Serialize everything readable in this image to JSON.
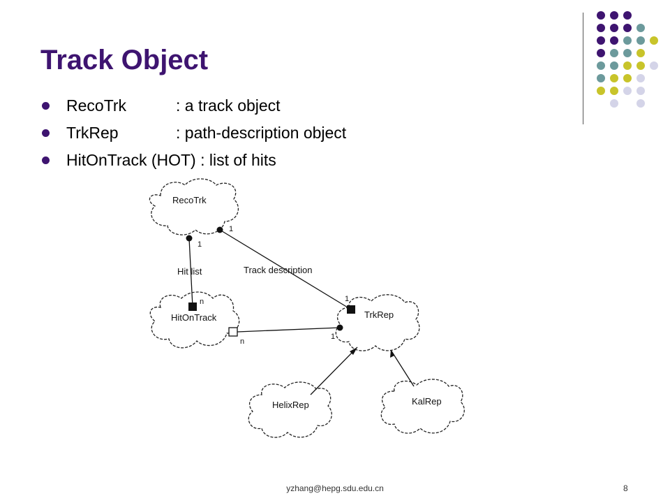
{
  "slide": {
    "title": "Track Object",
    "bullets": [
      {
        "name": "RecoTrk",
        "desc": ":  a track object"
      },
      {
        "name": "TrkRep",
        "desc": ":  path-description object"
      },
      {
        "name": "HitOnTrack (HOT)",
        "desc": " :  list of hits"
      }
    ],
    "footer": "yzhang@hepg.sdu.edu.cn",
    "page_number": "8"
  },
  "colors": {
    "title": "#3e1470",
    "bullet": "#3e1470",
    "dot_palette": [
      "#3e1470",
      "#6c9a9c",
      "#c8c42a",
      "#d4d4e8"
    ]
  },
  "diagram": {
    "nodes": {
      "recotrk": "RecoTrk",
      "hitontrack": "HitOnTrack",
      "trkrep": "TrkRep",
      "helixrep": "HelixRep",
      "kalrep": "KalRep"
    },
    "edges": {
      "hitlist": {
        "label": "Hit list",
        "mult_top": "1",
        "mult_bottom": "n"
      },
      "track_description": {
        "label": "Track description",
        "mult_top": "1",
        "mult_bottom": "1"
      },
      "hot_trkrep": {
        "mult_left": "n",
        "mult_right": "1"
      }
    }
  }
}
